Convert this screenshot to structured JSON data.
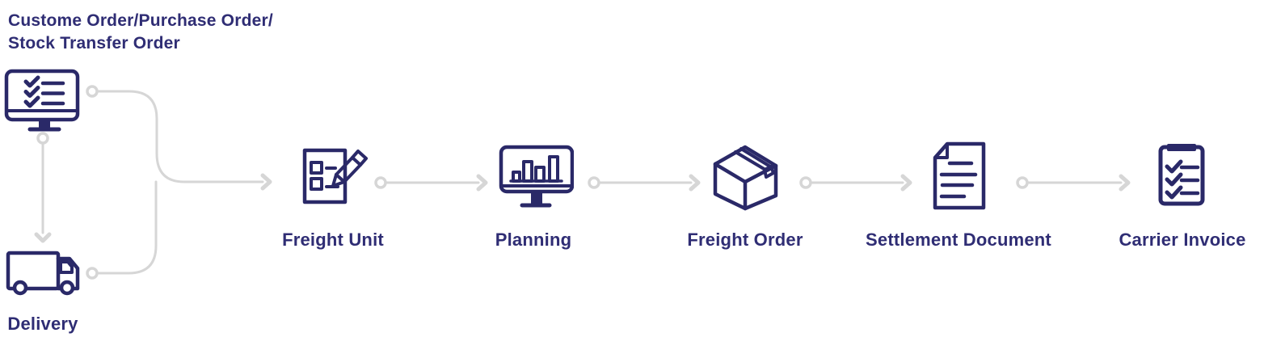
{
  "palette": {
    "background": "#ffffff",
    "icon": "#2a2968",
    "text": "#2f2d74",
    "connector": "#d6d6d6"
  },
  "diagram": {
    "source_label": {
      "line1": "Custome Order/Purchase Order/",
      "line2": "Stock Transfer Order"
    },
    "nodes": [
      {
        "id": "order-system",
        "icon": "monitor-checklist-icon",
        "label": ""
      },
      {
        "id": "delivery",
        "icon": "delivery-truck-icon",
        "label": "Delivery"
      },
      {
        "id": "freight-unit",
        "icon": "form-pencil-icon",
        "label": "Freight Unit"
      },
      {
        "id": "planning",
        "icon": "monitor-bar-chart-icon",
        "label": "Planning"
      },
      {
        "id": "freight-order",
        "icon": "package-box-icon",
        "label": "Freight Order"
      },
      {
        "id": "settlement-document",
        "icon": "document-lines-icon",
        "label": "Settlement Document"
      },
      {
        "id": "carrier-invoice",
        "icon": "clipboard-checklist-icon",
        "label": "Carrier Invoice"
      }
    ],
    "connections": [
      {
        "from": "order-system",
        "to": "delivery"
      },
      {
        "from": "order-system",
        "to": "freight-unit"
      },
      {
        "from": "delivery",
        "to": "freight-unit"
      },
      {
        "from": "freight-unit",
        "to": "planning"
      },
      {
        "from": "planning",
        "to": "freight-order"
      },
      {
        "from": "freight-order",
        "to": "settlement-document"
      },
      {
        "from": "settlement-document",
        "to": "carrier-invoice"
      }
    ]
  }
}
